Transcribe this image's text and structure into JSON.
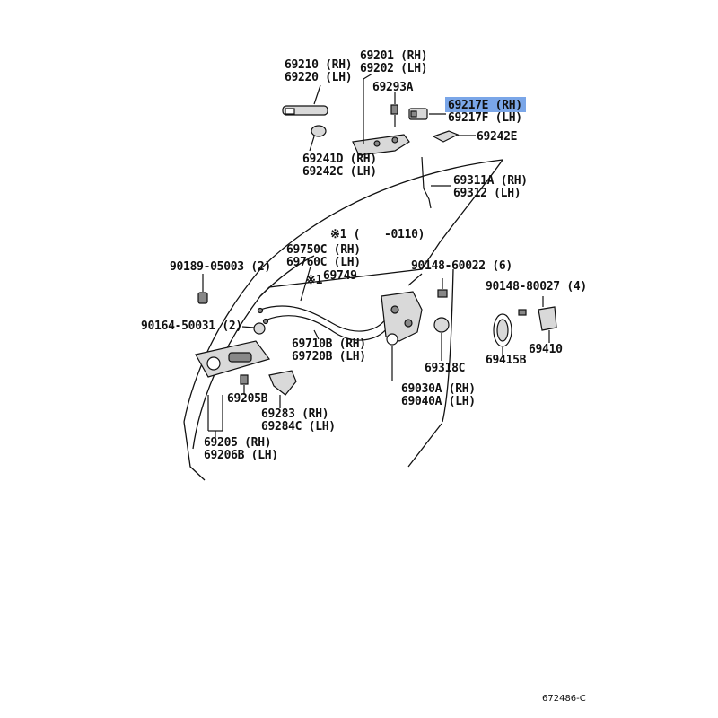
{
  "labels": {
    "p69210": "69210 (RH)",
    "p69220": "69220 (LH)",
    "p69201": "69201 (RH)",
    "p69202": "69202 (LH)",
    "p69293a": "69293A",
    "p69217e": "69217E (RH)",
    "p69217f": "69217F (LH)",
    "p69242e": "69242E",
    "p69241d": "69241D (RH)",
    "p69242c": "69242C (LH)",
    "p69311a": "69311A (RH)",
    "p69312": "69312 (LH)",
    "note1_mark": "※1 (",
    "note1_code": "-0110)",
    "p69750c": "69750C (RH)",
    "p69760c": "69760C (LH)",
    "p90189": "90189-05003 (2)",
    "p90148_60022": "90148-60022 (6)",
    "p69749_mark": "※1",
    "p69749": "69749",
    "p90148_80027": "90148-80027 (4)",
    "p90164": "90164-50031 (2)",
    "p69710b": "69710B (RH)",
    "p69720b": "69720B (LH)",
    "p69410": "69410",
    "p69415b": "69415B",
    "p69318c": "69318C",
    "p69205b_small": "69205B",
    "p69030a": "69030A (RH)",
    "p69040a": "69040A (LH)",
    "p69283": "69283 (RH)",
    "p69284c": "69284C (LH)",
    "p69205": "69205 (RH)",
    "p69206b": "69206B (LH)",
    "figure_code": "672486-C"
  },
  "highlight_color": "#7aa6e8"
}
